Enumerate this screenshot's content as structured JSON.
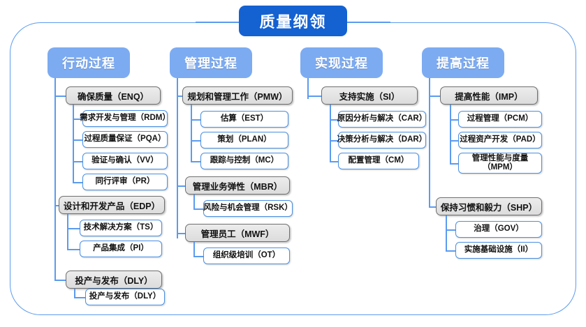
{
  "diagram": {
    "type": "org-tree",
    "root": {
      "label": "质量纲领",
      "color": "#1461d2"
    },
    "header_color": "#7cabf2",
    "group_color": "#e4e4e4",
    "leaf_color": "#ffffff",
    "line_color": "#5b9bef",
    "columns": [
      {
        "header": "行动过程",
        "groups": [
          {
            "label": "确保质量（ENQ）",
            "children": [
              "需求开发与管理（RDM）",
              "过程质量保证（PQA）",
              "验证与确认（VV）",
              "同行评审（PR）"
            ]
          },
          {
            "label": "设计和开发产品（EDP）",
            "children": [
              "技术解决方案（TS）",
              "产品集成（PI）"
            ]
          },
          {
            "label": "投产与发布（DLY）",
            "children": [
              "投产与发布（DLY）"
            ]
          }
        ]
      },
      {
        "header": "管理过程",
        "groups": [
          {
            "label": "规划和管理工作（PMW）",
            "children": [
              "估算（EST）",
              "策划（PLAN）",
              "跟踪与控制（MC）"
            ]
          },
          {
            "label": "管理业务弹性（MBR）",
            "children": [
              "风险与机会管理（RSK）"
            ]
          },
          {
            "label": "管理员工（MWF）",
            "children": [
              "组织级培训（OT）"
            ]
          }
        ]
      },
      {
        "header": "实现过程",
        "groups": [
          {
            "label": "支持实施（SI）",
            "children": [
              "原因分析与解决（CAR）",
              "决策分析与解决（DAR）",
              "配置管理（CM）"
            ]
          }
        ]
      },
      {
        "header": "提高过程",
        "groups": [
          {
            "label": "提高性能（IMP）",
            "children": [
              "过程管理（PCM）",
              "过程资产开发（PAD）",
              "管理性能与度量（MPM）"
            ]
          },
          {
            "label": "保持习惯和毅力（SHP）",
            "children": [
              "治理（GOV）",
              "实施基础设施（II）"
            ]
          }
        ]
      }
    ]
  }
}
